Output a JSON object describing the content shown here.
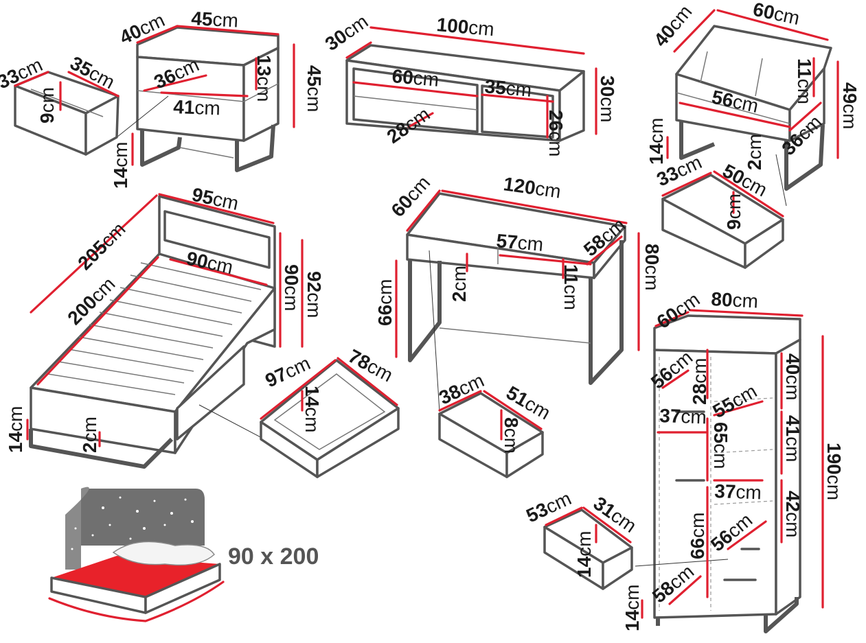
{
  "colors": {
    "outline": "#555555",
    "dimension_line": "#e02030",
    "mattress": "#e8222a",
    "headboard_print": "#707070"
  },
  "unit": "cm",
  "dimensions": {
    "nightstand_drawer_w": "33",
    "nightstand_drawer_d": "35",
    "nightstand_drawer_h": "9",
    "nightstand_depth": "40",
    "nightstand_width": "45",
    "nightstand_height": "45",
    "nightstand_inner_d": "36",
    "nightstand_inner_w": "41",
    "nightstand_drawer_front": "13",
    "nightstand_leg": "14",
    "tvstand_depth": "30",
    "tvstand_width": "100",
    "tvstand_height": "30",
    "tvstand_shelf_w1": "60",
    "tvstand_shelf_w2": "35",
    "tvstand_shelf_d": "28",
    "tvstand_shelf_h": "26",
    "chest_depth": "40",
    "chest_width": "60",
    "chest_top_h": "11",
    "chest_inner_w": "56",
    "chest_height": "49",
    "chest_inner_d": "36",
    "chest_front_h": "2",
    "chest_leg": "14",
    "chest_drawer_w": "33",
    "chest_drawer_d": "50",
    "chest_drawer_h": "9",
    "bed_length": "205",
    "bed_width": "95",
    "bed_inner_width": "90",
    "bed_inner_length": "200",
    "bed_head_h1": "90",
    "bed_head_h2": "92",
    "bed_leg": "14",
    "bed_frame_h": "2",
    "bed_drawer_w": "97",
    "bed_drawer_d": "78",
    "bed_drawer_h": "14",
    "desk_depth": "60",
    "desk_width": "120",
    "desk_inner_w": "57",
    "desk_inner_d": "58",
    "desk_height": "80",
    "desk_leg_h": "66",
    "desk_front_h": "2",
    "desk_drawer_front": "11",
    "desk_drawer_w": "38",
    "desk_drawer_d": "51",
    "desk_drawer_h": "8",
    "wardrobe_depth": "60",
    "wardrobe_width": "80",
    "wardrobe_inner_d1": "56",
    "wardrobe_top_h": "28",
    "wardrobe_shelf_h1": "40",
    "wardrobe_shelf_d": "55",
    "wardrobe_rail_w": "37",
    "wardrobe_shelf_h2": "41",
    "wardrobe_rod_h": "65",
    "wardrobe_height": "190",
    "wardrobe_shelf_w": "37",
    "wardrobe_shelf_h3": "42",
    "wardrobe_inner_d2": "56",
    "wardrobe_compartment_h": "66",
    "wardrobe_inner_d3": "58",
    "wardrobe_leg": "14",
    "wardrobe_drawer_w": "53",
    "wardrobe_drawer_d": "31",
    "wardrobe_drawer_h": "14"
  },
  "mattress_size": "90 x 200"
}
